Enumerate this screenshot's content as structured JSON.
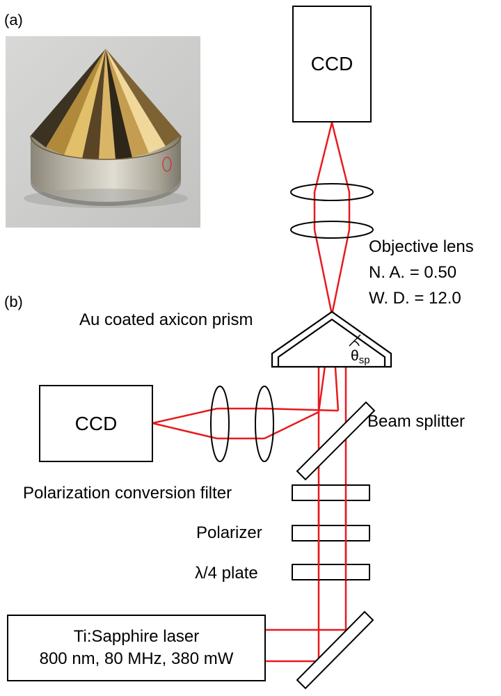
{
  "panel_labels": {
    "a": "(a)",
    "b": "(b)"
  },
  "photo": {
    "subject": "gold-coated axicon prism photograph"
  },
  "ccd_top": {
    "label": "CCD"
  },
  "ccd_left": {
    "label": "CCD"
  },
  "laser": {
    "line1": "Ti:Sapphire laser",
    "line2": "800 nm, 80 MHz, 380 mW"
  },
  "objective": {
    "title": "Objective lens",
    "na": "N. A. = 0.50",
    "wd": "W. D. = 12.0"
  },
  "axicon": {
    "label": "Au coated axicon prism",
    "angle_symbol": "θ",
    "angle_subscript": "sp"
  },
  "beam_splitter": {
    "label": "Beam splitter"
  },
  "filters": {
    "conversion": "Polarization conversion filter",
    "polarizer": "Polarizer",
    "waveplate": "λ/4 plate"
  },
  "colors": {
    "beam": "#e8191c",
    "outline": "#000000",
    "gold": "#b8922e",
    "photo_bg": "#cfcfcd"
  }
}
